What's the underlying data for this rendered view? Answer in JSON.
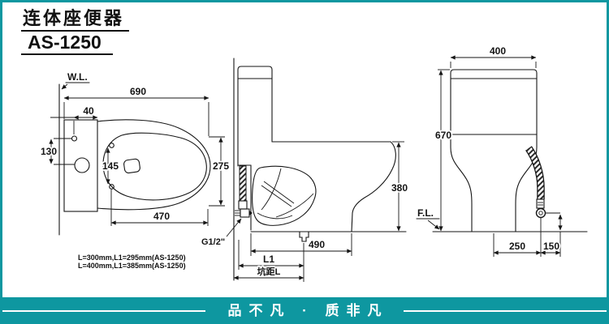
{
  "header": {
    "title": "连体座便器",
    "model": "AS-1250"
  },
  "top_view": {
    "wall_label": "W.L.",
    "dim_overall_width": "690",
    "dim_hole_offset": "40",
    "dim_hole_spacing": "130",
    "dim_hinge_spacing": "145",
    "dim_seat_width": "275",
    "dim_seat_length": "470"
  },
  "side_view": {
    "dim_bowl_height": "380",
    "dim_base_depth": "490",
    "dim_l1": "L1",
    "dim_pit_distance": "坑距L",
    "inlet_label": "G1/2\""
  },
  "front_view": {
    "floor_label": "F.L.",
    "dim_tank_width": "400",
    "dim_total_height": "670",
    "dim_inlet_offset": "250",
    "dim_inlet_side": "150"
  },
  "notes": {
    "line1": "L=300mm,L1=295mm(AS-1250)",
    "line2": "L=400mm,L1=385mm(AS-1250)"
  },
  "footer": {
    "slogan": "品不凡 · 质非凡"
  },
  "colors": {
    "accent": "#0e97a0",
    "ink": "#161616"
  }
}
